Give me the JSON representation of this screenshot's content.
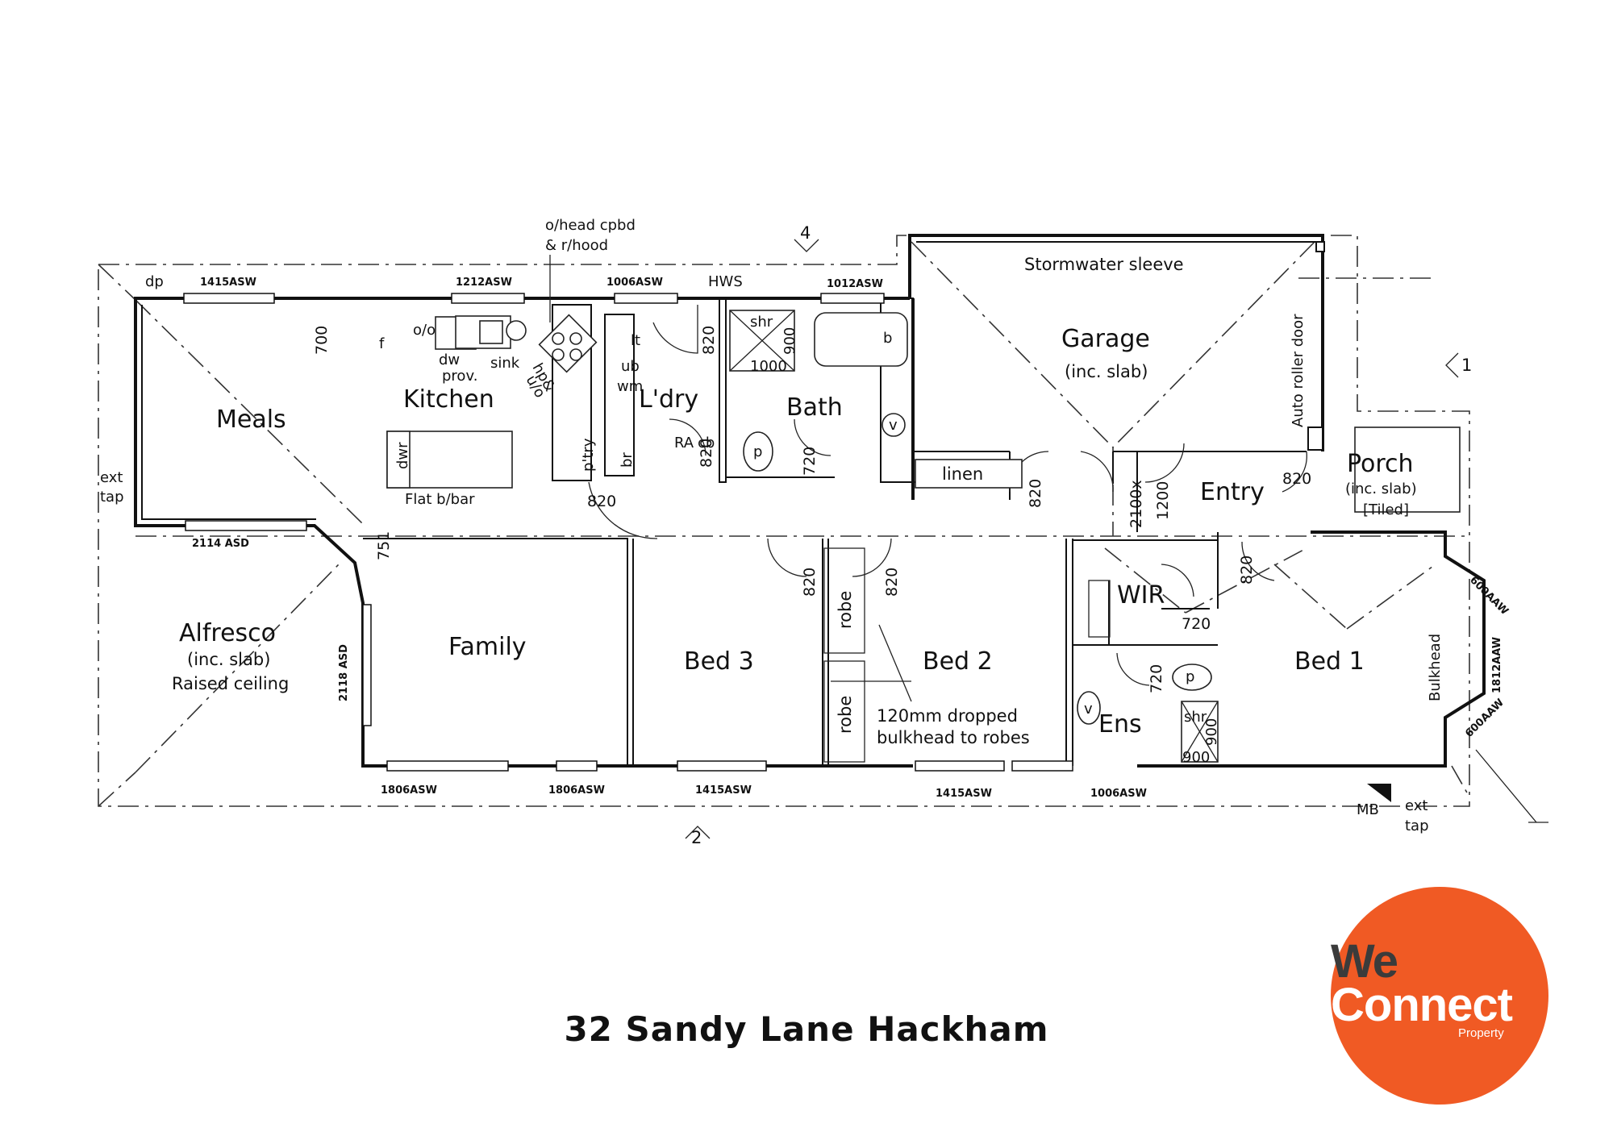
{
  "plan": {
    "rooms": {
      "meals": "Meals",
      "kitchen": "Kitchen",
      "family": "Family",
      "alfresco": "Alfresco",
      "alfresco_note1": "(inc. slab)",
      "alfresco_note2": "Raised ceiling",
      "laundry": "L'dry",
      "bath": "Bath",
      "garage": "Garage",
      "garage_note": "(inc. slab)",
      "entry": "Entry",
      "porch": "Porch",
      "porch_note1": "(inc. slab)",
      "porch_note2": "[Tiled]",
      "bed3": "Bed 3",
      "bed2": "Bed 2",
      "bed1": "Bed 1",
      "wir": "WIR",
      "ens": "Ens"
    },
    "labels": {
      "overhead": "o/head cpbd",
      "rangehood": "& r/hood",
      "dw_prov": "dw",
      "prov": "prov.",
      "sink": "sink",
      "hp_uo": "hp&",
      "uo": "u/o",
      "flat_bar": "Flat b/bar",
      "dwr": "dwr",
      "ptry": "p'try",
      "br": "br",
      "lt": "lt",
      "ub": "ub",
      "wm": "wm",
      "ra": "RA",
      "cb": "cb",
      "shr": "shr",
      "b": "b",
      "p": "p",
      "v": "v",
      "linen": "linen",
      "robe": "robe",
      "robe2": "robe",
      "bulkhead_note1": "120mm dropped",
      "bulkhead_note2": "bulkhead to robes",
      "stormwater": "Stormwater sleeve",
      "auto_roller": "Auto roller door",
      "bulkhead": "Bulkhead",
      "hws": "HWS",
      "mb": "MB",
      "ext_tap_left1": "ext",
      "ext_tap_left2": "tap",
      "ext_tap_right1": "ext",
      "ext_tap_right2": "tap",
      "dp": "dp",
      "shr2": "shr",
      "p2": "p",
      "v2": "v",
      "f": "f",
      "oo": "o/o"
    },
    "dimensions": {
      "d700": "700",
      "d751": "751",
      "d820_a": "820",
      "d820_b": "820",
      "d820_c": "820",
      "d820_d": "820",
      "d820_e": "820",
      "d820_f": "820",
      "d820_g": "820",
      "d820_h": "820",
      "d720_a": "720",
      "d720_b": "720",
      "d720_c": "720",
      "d900_a": "900",
      "d1000": "1000",
      "d900_b": "900",
      "d900_c": "900",
      "d2100": "2100x",
      "d1200": "1200"
    },
    "windows": {
      "w1": "1415ASW",
      "w2": "1212ASW",
      "w3": "1006ASW",
      "w4": "1012ASW",
      "w5": "2114 ASD",
      "w6": "2118 ASD",
      "w7": "1806ASW",
      "w8": "1806ASW",
      "w9": "1415ASW",
      "w10": "1415ASW",
      "w11": "1006ASW",
      "w12": "1812AAW",
      "w13": "600AAW",
      "w14": "600AAW"
    },
    "section_markers": [
      "4",
      "2",
      "1"
    ]
  },
  "address": "32 Sandy Lane Hackham",
  "logo": {
    "line1": "We",
    "line2": "Connect",
    "line3": "Property"
  },
  "colors": {
    "logo_bg": "#f05a24",
    "logo_dark_text": "#3b3b3b",
    "line": "#111111"
  }
}
